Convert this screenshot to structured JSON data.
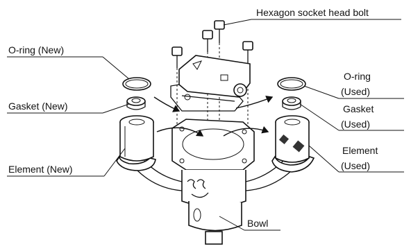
{
  "labels": {
    "hex_bolt": "Hexagon socket head bolt",
    "oring_new": "O-ring (New)",
    "gasket_new": "Gasket (New)",
    "element_new": "Element (New)",
    "oring_used_1": "O-ring",
    "oring_used_2": "(Used)",
    "gasket_used_1": "Gasket",
    "gasket_used_2": "(Used)",
    "element_used_1": "Element",
    "element_used_2": "(Used)",
    "bowl": "Bowl"
  }
}
